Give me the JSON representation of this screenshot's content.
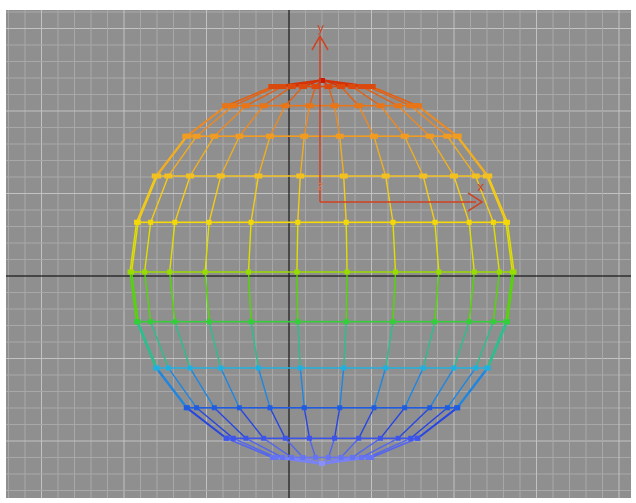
{
  "viewport": {
    "background": "#8f8f8f",
    "grid_minor_color": "#a8a8a8",
    "grid_major_color": "#c2c2c2",
    "home_axis_color": "#1a1a1a"
  },
  "sphere": {
    "object": "sphere",
    "latitude_rows": 12,
    "longitude_columns": 12,
    "soft_selection_gradient": [
      "#cc1a00",
      "#e05a10",
      "#f09020",
      "#f2c020",
      "#f6e000",
      "#3ad800",
      "#20b0e0",
      "#1e40e0",
      "#5a6af0",
      "#8a90f8"
    ]
  },
  "gizmo": {
    "x_label": "x",
    "y_label": "y",
    "z_label": "z",
    "x_color": "#d04020",
    "y_color": "#d04020",
    "z_color": "#d08060"
  }
}
